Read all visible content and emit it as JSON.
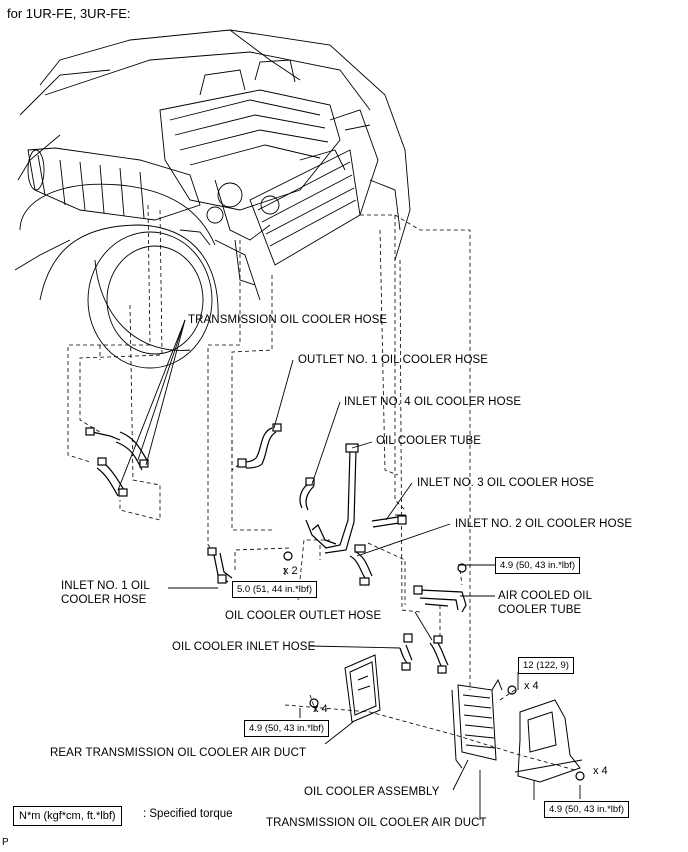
{
  "header": {
    "text": "for 1UR-FE, 3UR-FE:"
  },
  "labels": {
    "trans_hose": "TRANSMISSION OIL COOLER HOSE",
    "outlet1": "OUTLET NO. 1 OIL COOLER HOSE",
    "inlet4": "INLET NO. 4 OIL COOLER HOSE",
    "tube": "OIL COOLER TUBE",
    "inlet3": "INLET NO. 3 OIL COOLER HOSE",
    "inlet2": "INLET NO. 2 OIL COOLER HOSE",
    "inlet1_a": "INLET NO. 1 OIL",
    "inlet1_b": "COOLER HOSE",
    "air_tube_a": "AIR COOLED OIL",
    "air_tube_b": "COOLER TUBE",
    "outlet_hose": "OIL COOLER OUTLET HOSE",
    "inlet_hose": "OIL COOLER INLET HOSE",
    "rear_duct": "REAR TRANSMISSION OIL COOLER AIR DUCT",
    "assembly": "OIL COOLER ASSEMBLY",
    "duct": "TRANSMISSION OIL COOLER AIR DUCT"
  },
  "torques": {
    "t1": "5.0 (51, 44 in.*lbf)",
    "t2": "4.9 (50, 43 in.*lbf)",
    "t3": "12 (122, 9)",
    "t4": "4.9 (50, 43 in.*lbf)",
    "t5": "4.9 (50, 43 in.*lbf)"
  },
  "counts": {
    "c1": "x 2",
    "c2": "x 4",
    "c3": "x 4",
    "c4": "x 4"
  },
  "legend": {
    "box": "N*m (kgf*cm, ft.*lbf)",
    "text": ": Specified torque"
  },
  "corner_mark": "P"
}
